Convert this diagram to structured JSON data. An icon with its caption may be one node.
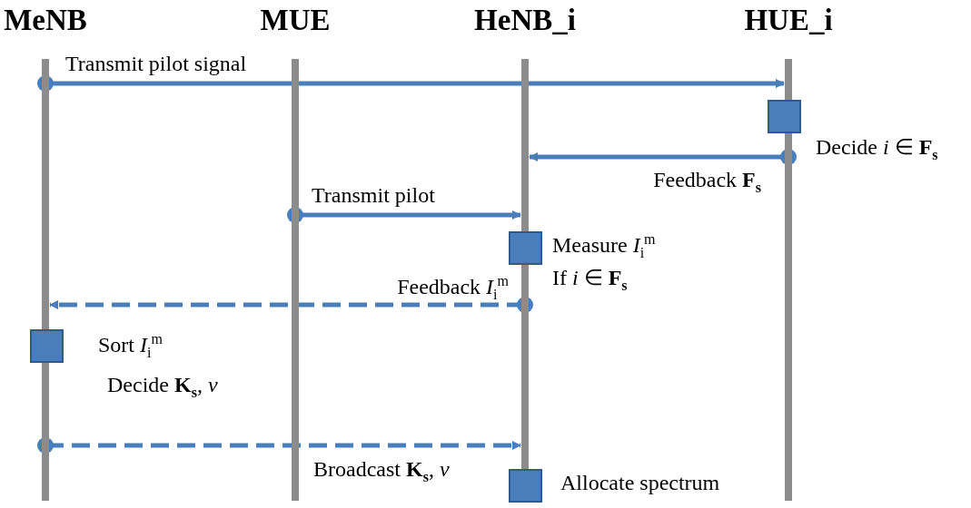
{
  "diagram": {
    "nodes": [
      {
        "text": [
          "MeNB"
        ]
      },
      {
        "text": [
          "MUE"
        ]
      },
      {
        "text": [
          "HeNB_i"
        ]
      },
      {
        "text": [
          "HUE_i"
        ]
      },
      {
        "text": [],
        "shape": "box",
        "beside": [
          "Decide *i* ∈ **F**$_{s}$"
        ]
      },
      {
        "text": [],
        "shape": "box",
        "beside": [
          "Measure *I*$_{i}$$^{m}$",
          "If *i* ∈ **F**$_{s}$"
        ]
      },
      {
        "text": [],
        "shape": "box",
        "beside": [
          "Sort *I*$_{i}$$^{m}$",
          "Decide **K**$_{s}$, *ν*"
        ]
      },
      {
        "text": [],
        "shape": "box",
        "beside": [
          "Allocate spectrum"
        ]
      }
    ],
    "edges": [
      {
        "from": 0,
        "to": 3,
        "arrow": "to",
        "label": "Transmit pilot signal"
      },
      {
        "from": 3,
        "to": 2,
        "arrow": "to",
        "label": "Feedback **F**$_{s}$"
      },
      {
        "from": 1,
        "to": 2,
        "arrow": "to",
        "label": "Transmit pilot"
      },
      {
        "from": 2,
        "to": 0,
        "arrow": "to",
        "label": "Feedback *I*$_{i}$$^{m}$",
        "style": "dashed"
      },
      {
        "from": 0,
        "to": 2,
        "arrow": "to",
        "label": "Broadcast **K**$_{s}$, *ν*",
        "style": "dashed"
      }
    ]
  }
}
